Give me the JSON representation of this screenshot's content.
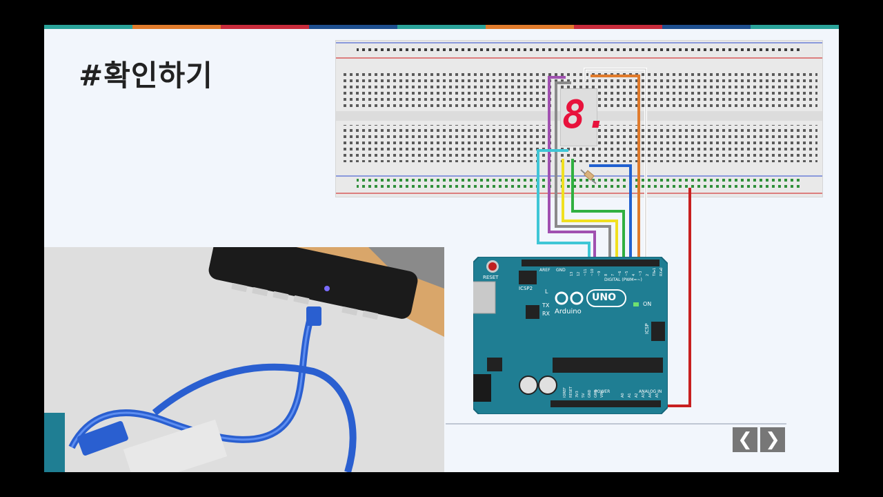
{
  "slide": {
    "title": "#확인하기",
    "accent_colors": [
      "#2aa39a",
      "#e07b2c",
      "#c82b3b",
      "#1e4f8f"
    ]
  },
  "arduino": {
    "brand": "Arduino",
    "model": "UNO",
    "reset_label": "RESET",
    "icsp2_label": "ICSP2",
    "icsp_label": "ICSP",
    "l_label": "L",
    "tx_label": "TX",
    "rx_label": "RX",
    "on_label": "ON",
    "aref_label": "AREF",
    "gnd_label": "GND",
    "digital_label": "DIGITAL (PWM=~)",
    "power_label": "POWER",
    "analog_label": "ANALOG IN",
    "digital_pins": [
      "13",
      "12",
      "~11",
      "~10",
      "~9",
      "8",
      "7",
      "~6",
      "~5",
      "4",
      "~3",
      "2",
      "TX▸1",
      "RX◂0"
    ],
    "power_pins": [
      "IOREF",
      "RESET",
      "3V3",
      "5V",
      "GND",
      "GND",
      "VIN"
    ],
    "analog_pins": [
      "A0",
      "A1",
      "A2",
      "A3",
      "A4",
      "A5"
    ]
  },
  "segment_display": {
    "digit": "8.",
    "color": "#e8123c"
  },
  "nav": {
    "prev_icon": "chevron-left-icon",
    "next_icon": "chevron-right-icon",
    "prev_symbol": "❮",
    "next_symbol": "❯"
  }
}
